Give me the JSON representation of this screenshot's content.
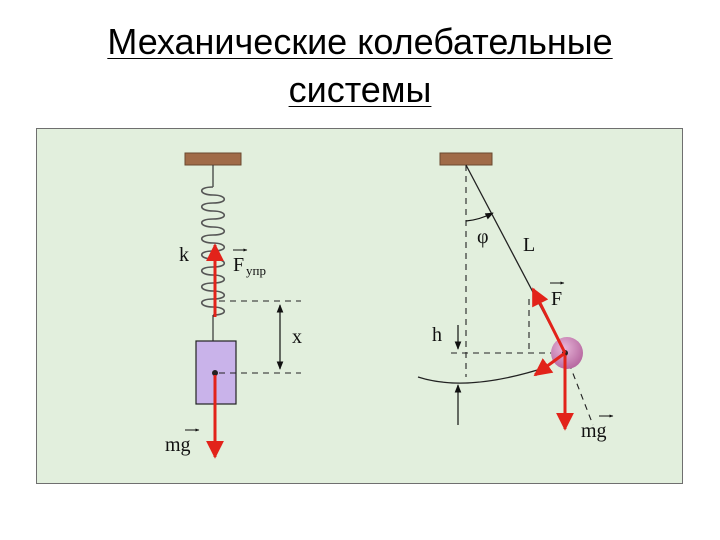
{
  "slide": {
    "title_line1": "Механические колебательные",
    "title_line2": "системы"
  },
  "spring_pendulum": {
    "label_k": "k",
    "label_force": "F",
    "label_force_sub": "упр",
    "label_x": "x",
    "label_weight": "mg"
  },
  "math_pendulum": {
    "label_phi": "φ",
    "label_length": "L",
    "label_force": "F",
    "label_h": "h",
    "label_weight": "mg"
  },
  "colors": {
    "panel_bg": "#e2efdd",
    "ceiling": "#a06b48",
    "force_arrow": "#e2231a",
    "block": "#c9b3ea",
    "ball": "#c77fb0"
  }
}
